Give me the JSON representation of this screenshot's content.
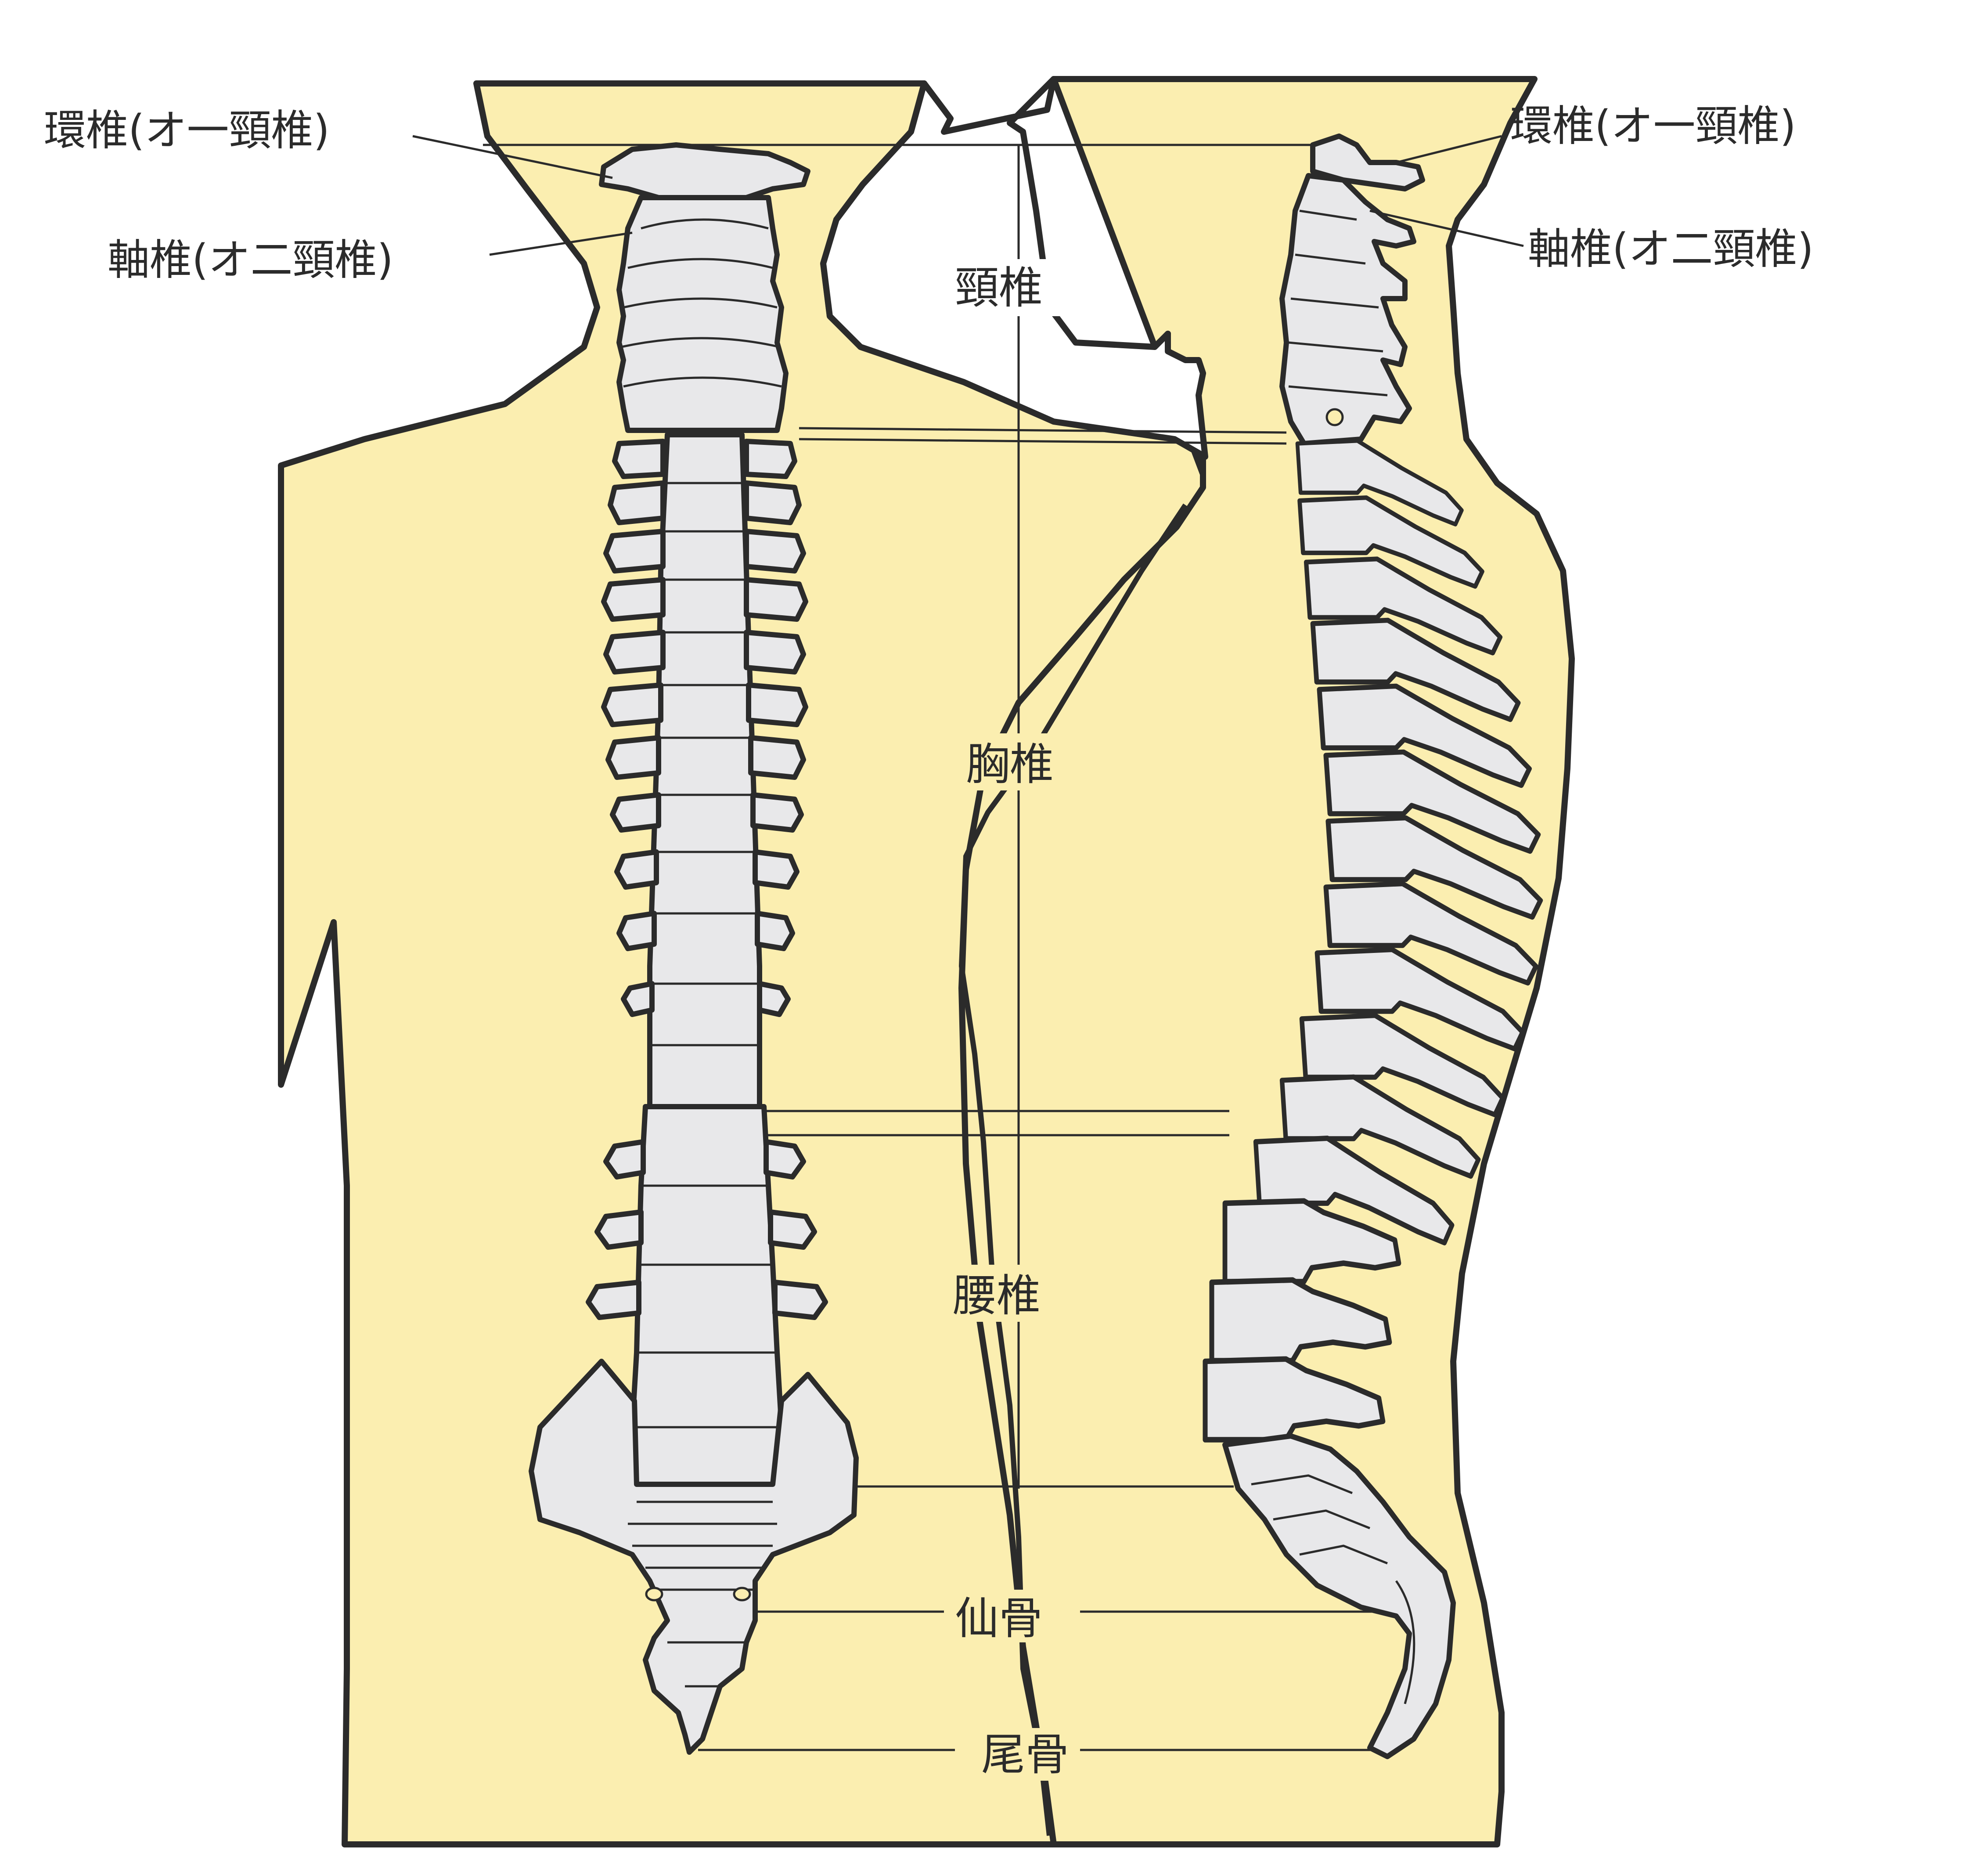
{
  "colors": {
    "skin": "#fbeeb0",
    "outline": "#2b2b2b",
    "bone": "#e8e8ea",
    "background": "#ffffff"
  },
  "labels": {
    "front_atlas": "環椎(オ一頸椎)",
    "front_axis": "軸椎(オ二頸椎)",
    "side_atlas": "環椎(オ一頸椎)",
    "side_axis": "軸椎(オ二頸椎)",
    "cervical": "頸椎",
    "thoracic": "胸椎",
    "lumbar": "腰椎",
    "sacrum": "仙骨",
    "coccyx": "尾骨"
  }
}
